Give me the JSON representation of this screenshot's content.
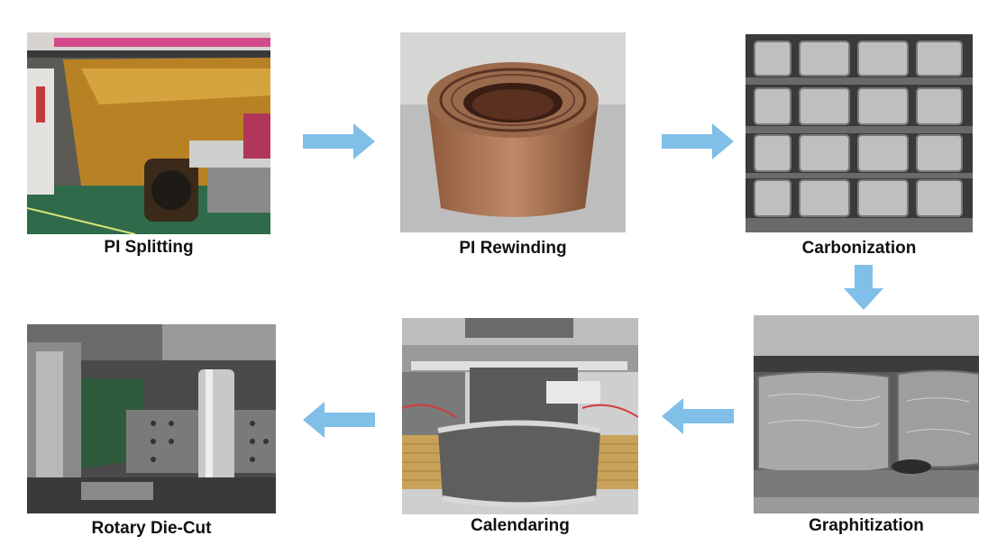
{
  "steps": [
    {
      "label": "PI Splitting"
    },
    {
      "label": "PI Rewinding"
    },
    {
      "label": "Carbonization"
    },
    {
      "label": "Graphitization"
    },
    {
      "label": "Calendaring"
    },
    {
      "label": "Rotary Die-Cut"
    }
  ],
  "colors": {
    "arrow": "#7fbfe8",
    "pi_film": "#c98a1c",
    "graphite": "#9a9a9a"
  }
}
